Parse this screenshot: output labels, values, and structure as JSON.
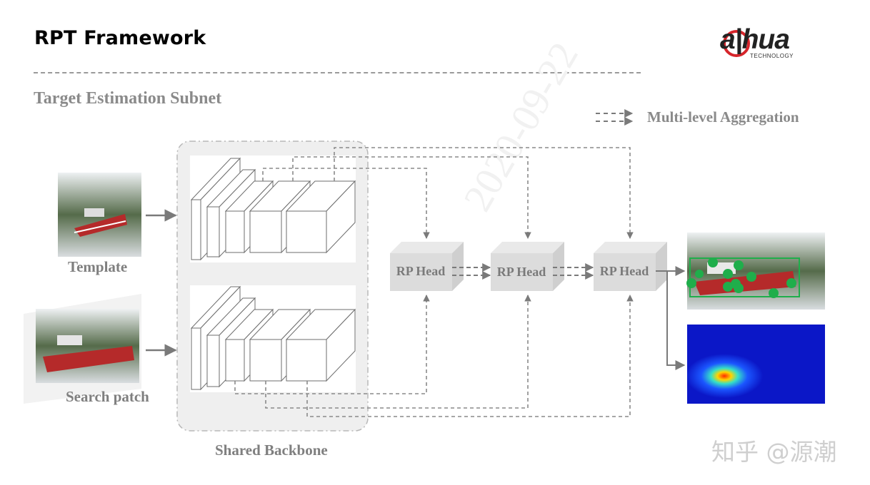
{
  "slide": {
    "title": "RPT Framework",
    "subtitle": "Target Estimation Subnet"
  },
  "logo": {
    "wordmark": "a|hua",
    "sub": "TECHNOLOGY",
    "accent_color": "#d6252b"
  },
  "legend": {
    "label": "Multi-level Aggregation"
  },
  "inputs": {
    "template_label": "Template",
    "search_label": "Search patch"
  },
  "backbone": {
    "label": "Shared Backbone"
  },
  "heads": [
    {
      "label": "RP Head"
    },
    {
      "label": "RP Head"
    },
    {
      "label": "RP Head"
    }
  ],
  "outputs": {
    "points_color": "#1fae4b",
    "box_color": "#1fae4b"
  },
  "watermark": {
    "zhihu": "知乎 @源潮",
    "date": "2020-09-22"
  },
  "colors": {
    "arrow": "#7a7a7a",
    "dashed": "#8a8a8a",
    "block_fill": "#dcdcdc",
    "backbone_fill": "#efefef"
  }
}
